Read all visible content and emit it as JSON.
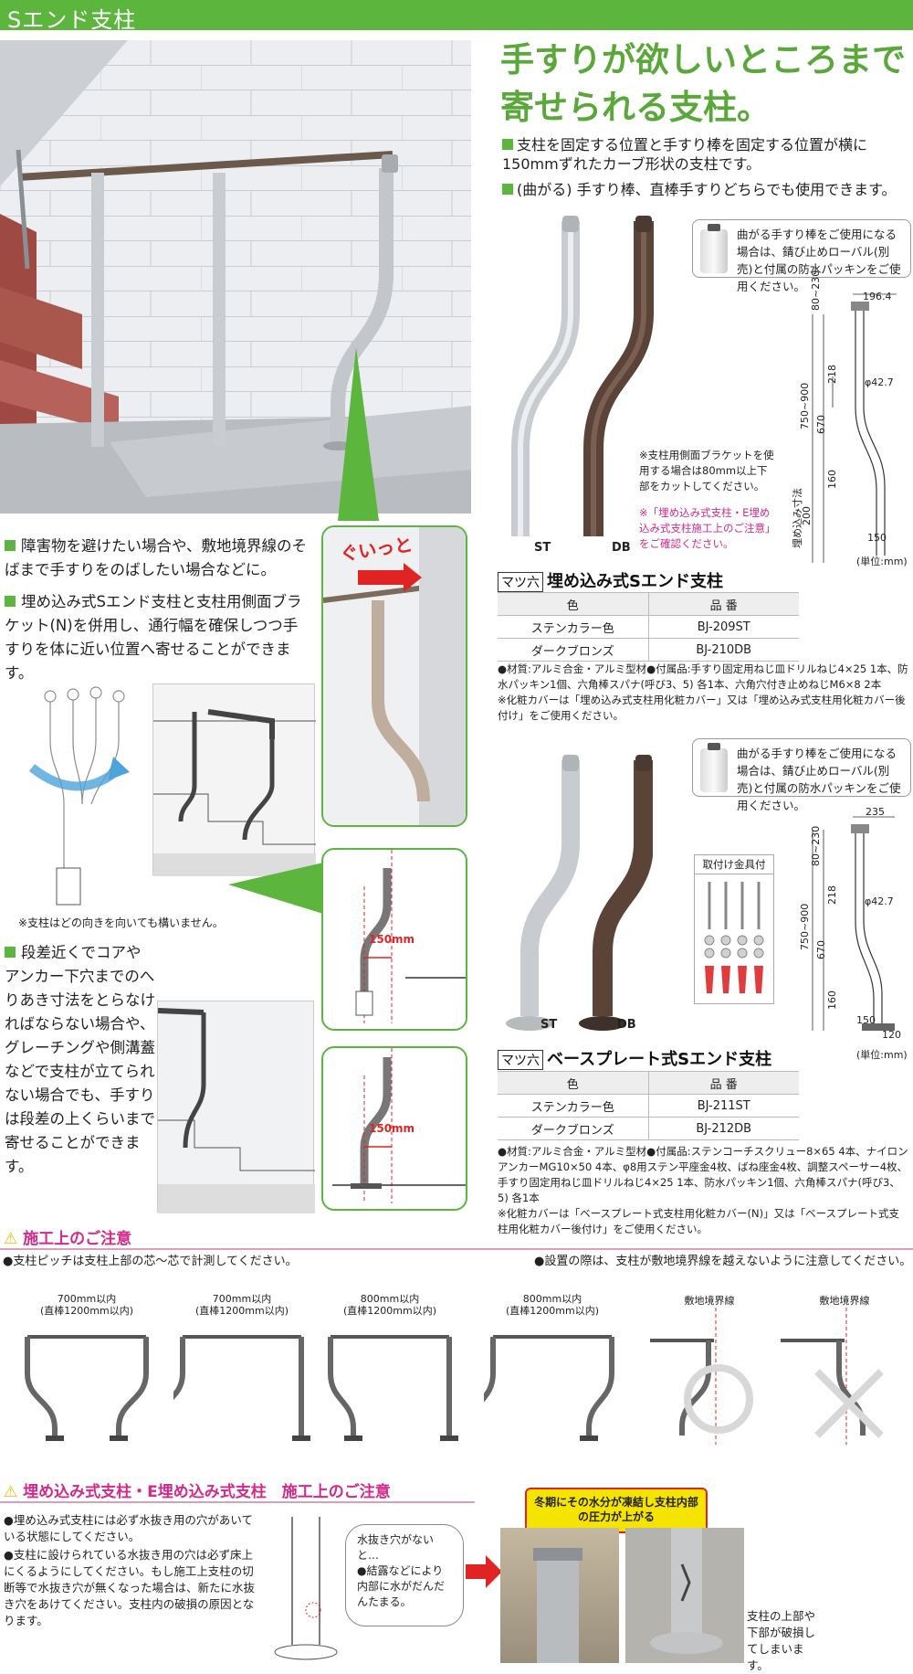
{
  "header": {
    "title": "Sエンド支柱"
  },
  "headline": {
    "line1": "手すりが欲しいところまで",
    "line2": "寄せられる支柱。"
  },
  "intro_bullets": [
    "支柱を固定する位置と手すり棒を固定する位置が横に150mmずれたカーブ形状の支柱です。",
    "(曲がる) 手すり棒、直棒手すりどちらでも使用できます。"
  ],
  "note_box": "曲がる手すり棒をご使用になる場合は、錆び止めローバル(別売)と付属の防水パッキンをご使用ください。",
  "side_bullets": [
    "障害物を避けたい場合や、敷地境界線のそばまで手すりをのばしたい場合などに。",
    "埋め込み式Sエンド支柱と支柱用側面ブラケット(N)を併用し、通行幅を確保しつつ手すりを体に近い位置へ寄せることができます。"
  ],
  "rotate_note": "※支柱はどの向きを向いても構いません。",
  "step_bullet": "段差近くでコアやアンカー下穴までのへりあき寸法をとらなければならない場合や、グレーチングや側溝蓋などで支柱が立てられない場合でも、手すりは段差の上くらいまで寄せることができます。",
  "guitto": "ぐいっと",
  "offset_label": "150mm",
  "embedded": {
    "bracket_note": "※支柱用側面ブラケットを使用する場合は80mm以上下部をカットしてください。",
    "pink_note": "※「埋め込み式支柱・E埋め込み式支柱施工上のご注意」をご確認ください。",
    "label_st": "ST",
    "label_db": "DB",
    "brand": "マツ六",
    "title": "埋め込み式Sエンド支柱",
    "col_color": "色",
    "col_code": "品 番",
    "rows": [
      {
        "color": "ステンカラー色",
        "code": "BJ-209ST"
      },
      {
        "color": "ダークブロンズ",
        "code": "BJ-210DB"
      }
    ],
    "spec1": "●材質:アルミ合金・アルミ型材●付属品:手すり固定用ねじ皿ドリルねじ4×25 1本、防水パッキン1個、六角棒スパナ(呼び3、5) 各1本、六角穴付き止めねじM6×8 2本",
    "spec2": "※化粧カバーは「埋め込み式支柱用化粧カバー」又は「埋め込み式支柱用化粧カバー後付け」をご使用ください。",
    "dims": {
      "top": "196.4",
      "a": "80~230",
      "b": "750~900",
      "c": "218",
      "d": "φ42.7",
      "e": "670",
      "f": "160",
      "g": "200",
      "h": "150",
      "embed": "埋め込み寸法",
      "unit": "(単位:mm)"
    }
  },
  "baseplate": {
    "parts_label": "取付け金具付",
    "label_st": "ST",
    "label_db": "DB",
    "brand": "マツ六",
    "title": "ベースプレート式Sエンド支柱",
    "col_color": "色",
    "col_code": "品 番",
    "rows": [
      {
        "color": "ステンカラー色",
        "code": "BJ-211ST"
      },
      {
        "color": "ダークブロンズ",
        "code": "BJ-212DB"
      }
    ],
    "spec1": "●材質:アルミ合金・アルミ型材●付属品:ステンコーチスクリュー8×65 4本、ナイロンアンカーMG10×50 4本、φ8用ステン平座金4枚、ばね座金4枚、調整スペーサー4枚、手すり固定用ねじ皿ドリルねじ4×25 1本、防水パッキン1個、六角棒スパナ(呼び3、5) 各1本",
    "spec2": "※化粧カバーは「ベースプレート式支柱用化粧カバー(N)」又は「ベースプレート式支柱用化粧カバー後付け」をご使用ください。",
    "dims": {
      "top": "235",
      "a": "80~230",
      "b": "750~900",
      "c": "218",
      "d": "φ42.7",
      "e": "670",
      "f": "160",
      "g": "150",
      "h": "120",
      "unit": "(単位:mm)"
    }
  },
  "caution1": {
    "title": "施工上のご注意",
    "left_note": "●支柱ピッチは支柱上部の芯～芯で計測してください。",
    "right_note": "●設置の際は、支柱が敷地境界線を越えないように注意してください。",
    "pitch": [
      {
        "top": "700mm以内",
        "bottom": "(直棒1200mm以内)"
      },
      {
        "top": "700mm以内",
        "bottom": "(直棒1200mm以内)"
      },
      {
        "top": "800mm以内",
        "bottom": "(直棒1200mm以内)"
      },
      {
        "top": "800mm以内",
        "bottom": "(直棒1200mm以内)"
      }
    ],
    "boundary": "敷地境界線"
  },
  "caution2": {
    "title": "埋め込み式支柱・E埋め込み式支柱　施工上のご注意",
    "note1": "●埋め込み式支柱には必ず水抜き用の穴があいている状態にしてください。",
    "note2": "●支柱に設けられている水抜き用の穴は必ず床上にくるようにしてください。もし施工上支柱の切断等で水抜き穴が無くなった場合は、新たに水抜き穴をあけてください。支柱内の破損の原因となります。",
    "bubble_title": "水抜き穴がないと…",
    "bubble_body": "●結露などにより内部に水がだんだんたまる。",
    "burst": "冬期にその水分が凍結し支柱内部の圧力が上がる",
    "result": "支柱の上部や下部が破損してしまいます。"
  }
}
